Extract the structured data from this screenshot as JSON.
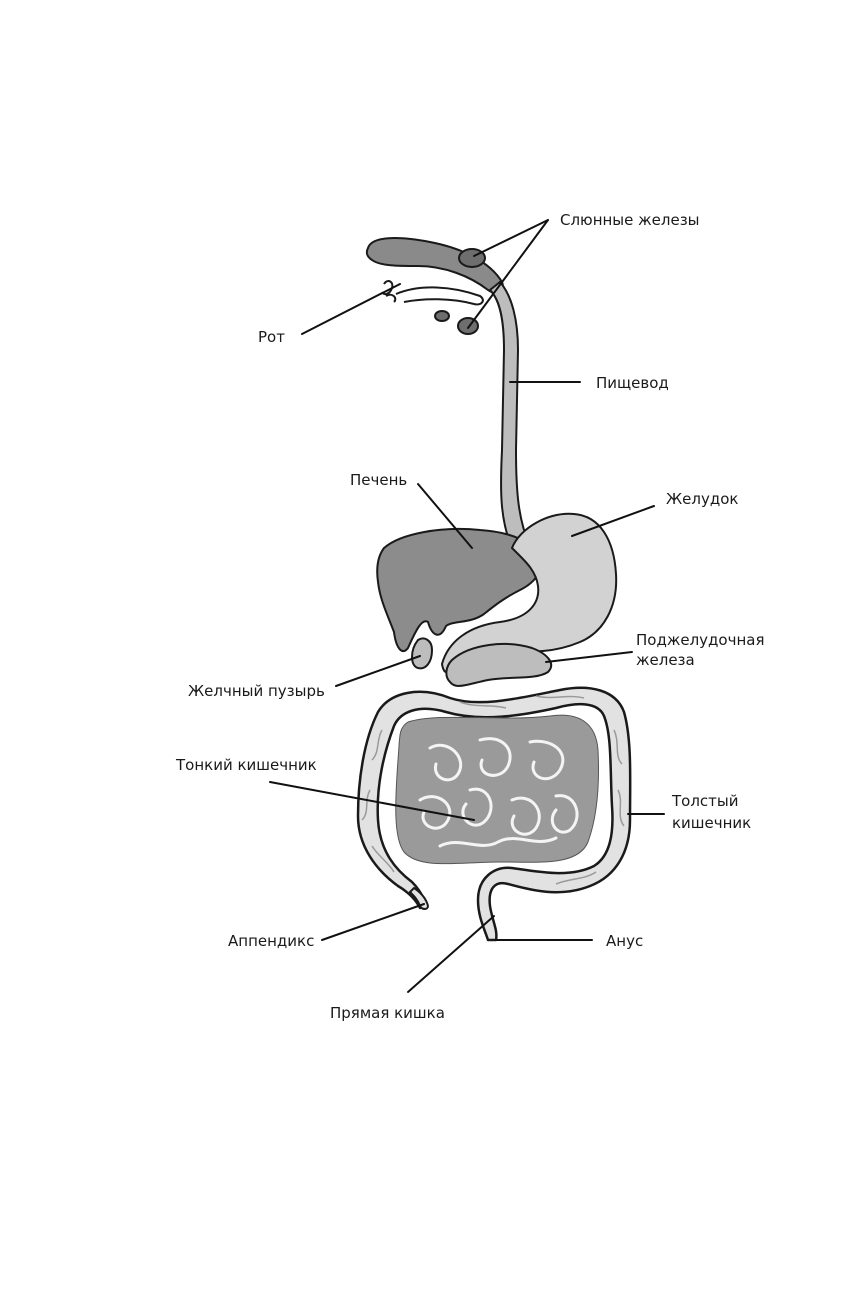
{
  "labels": {
    "salivary": "Слюнные железы",
    "mouth": "Рот",
    "esophagus": "Пищевод",
    "liver": "Печень",
    "stomach": "Желудок",
    "pancreas_1": "Поджелудочная",
    "pancreas_2": "железа",
    "gallbladder": "Желчный пузырь",
    "small_intestine": "Тонкий кишечник",
    "large_intestine_1": "Толстый",
    "large_intestine_2": "кишечник",
    "appendix": "Аппендикс",
    "anus": "Анус",
    "rectum": "Прямая кишка"
  },
  "colors": {
    "ink": "#1a1a1a",
    "liver": "#8c8c8c",
    "stomach": "#d2d2d2",
    "small_intestine": "#9a9a9a",
    "large_intestine": "#e2e2e2",
    "tongue": "#8a8a8a"
  }
}
